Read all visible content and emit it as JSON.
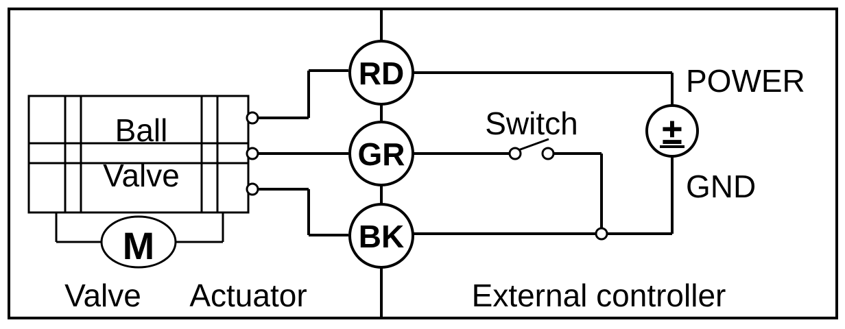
{
  "left_panel": {
    "ball_label": "Ball",
    "valve_label": "Valve",
    "motor_label": "M",
    "caption_valve": "Valve",
    "caption_actuator": "Actuator"
  },
  "terminals": {
    "rd": "RD",
    "gr": "GR",
    "bk": "BK"
  },
  "right_panel": {
    "switch_label": "Switch",
    "power_label": "POWER",
    "gnd_label": "GND",
    "power_symbol": "±",
    "caption": "External controller"
  }
}
